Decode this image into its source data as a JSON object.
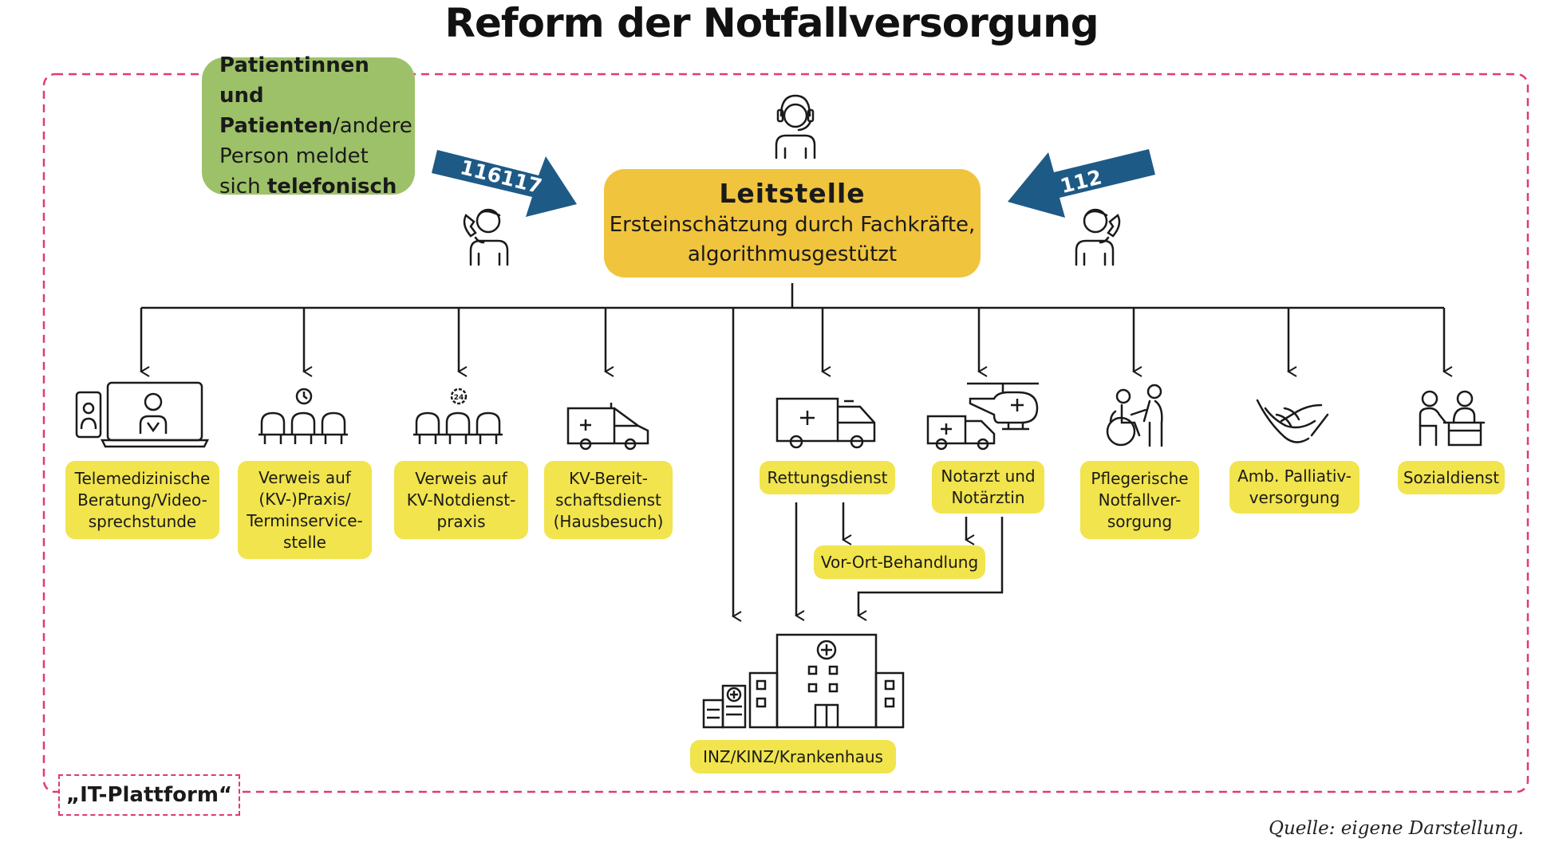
{
  "title": "Reform der Notfallversorgung",
  "caller": {
    "line1_bold": "Patientinnen und",
    "line2_bold": "Patienten",
    "line2_rest": "/andere",
    "line3": "Person meldet",
    "line4_pre": "sich ",
    "line4_bold": "telefonisch"
  },
  "hotlines": {
    "left_number": "116117",
    "right_number": "112"
  },
  "dispatch": {
    "title": "Leitstelle",
    "subtitle": "Ersteinschätzung durch Fachkräfte,\nalgorithmusgestützt"
  },
  "services": [
    {
      "label": "Telemedizinische\nBeratung/Video-\nsprechstunde",
      "icon": "telemedicine-icon"
    },
    {
      "label": "Verweis auf\n(KV-)Praxis/\nTerminservice-\nstelle",
      "icon": "waiting-room-icon"
    },
    {
      "label": "Verweis auf\nKV-Notdienst-\npraxis",
      "icon": "waiting-room-24h-icon"
    },
    {
      "label": "KV-Bereit-\nschaftsdienst\n(Hausbesuch)",
      "icon": "van-icon"
    },
    {
      "label": "Rettungsdienst",
      "icon": "ambulance-icon"
    },
    {
      "label": "Notarzt und\nNotärztin",
      "icon": "helicopter-ambulance-icon"
    },
    {
      "label": "Pflegerische\nNotfallver-\nsorgung",
      "icon": "care-wheelchair-icon"
    },
    {
      "label": "Amb. Palliativ-\nversorgung",
      "icon": "holding-hands-icon"
    },
    {
      "label": "Sozialdienst",
      "icon": "desk-consultation-icon"
    }
  ],
  "onsite": {
    "label": "Vor-Ort-Behandlung"
  },
  "hospital": {
    "label": "INZ/KINZ/Krankenhaus",
    "icon": "hospital-icon"
  },
  "platform": {
    "label": "„IT-Plattform“"
  },
  "source": "Quelle: eigene Darstellung.",
  "colors": {
    "yellow_box": "#f1e44d",
    "dispatch_box": "#f0c43d",
    "caller_box": "#9dc168",
    "hotline_arrow": "#1e5a86",
    "dashed_border": "#e03a74",
    "line": "#1a1a1a"
  }
}
